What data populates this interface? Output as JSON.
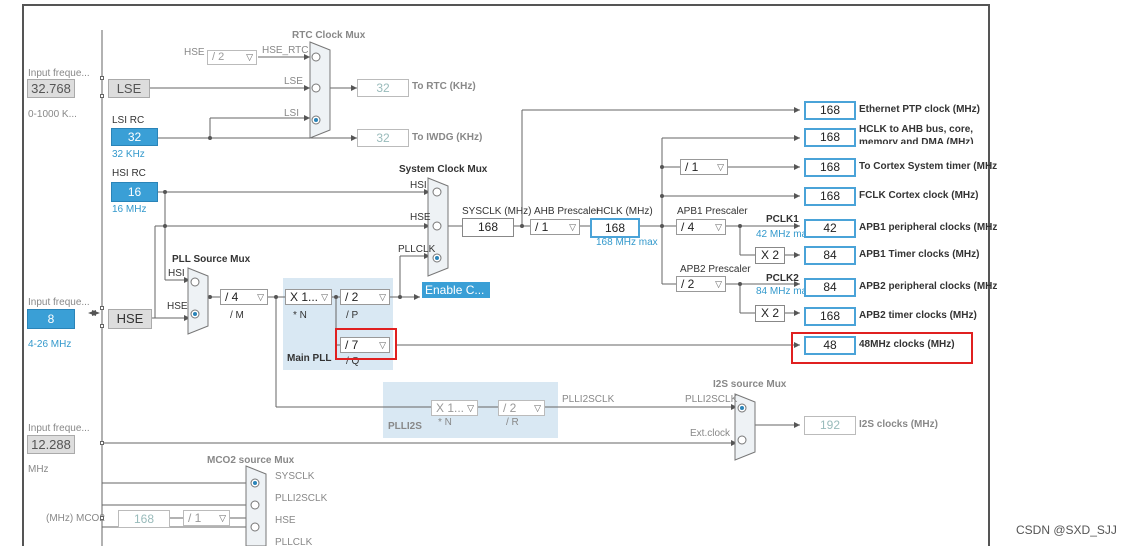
{
  "rtc_mux": {
    "title": "RTC Clock Mux",
    "hse_label": "HSE",
    "hse_div": "/ 2",
    "hse_rtc": "HSE_RTC",
    "lse": "LSE",
    "lsi": "LSI",
    "rtc_val": "32",
    "rtc_label": "To RTC (KHz)",
    "iwdg_val": "32",
    "iwdg_label": "To IWDG (KHz)"
  },
  "lse": {
    "input_label": "Input freque...",
    "value": "32.768",
    "range": "0-1000 K...",
    "name": "LSE"
  },
  "lsi": {
    "title": "LSI RC",
    "value": "32",
    "unit": "32 KHz"
  },
  "hsi": {
    "title": "HSI RC",
    "value": "16",
    "unit": "16 MHz"
  },
  "hse": {
    "input_label": "Input freque...",
    "value": "8",
    "range": "4-26 MHz",
    "name": "HSE"
  },
  "pll_src": {
    "title": "PLL Source Mux",
    "hsi": "HSI",
    "hse": "HSE"
  },
  "pll": {
    "div_m": "/ 4",
    "m_label": "/ M",
    "mul_n": "X 1...",
    "n_label": "* N",
    "div_p": "/ 2",
    "p_label": "/ P",
    "div_q": "/ 7",
    "q_label": "/ Q",
    "title": "Main PLL"
  },
  "sys_mux": {
    "title": "System Clock Mux",
    "hsi": "HSI",
    "hse": "HSE",
    "pllclk": "PLLCLK",
    "enable": "Enable C..."
  },
  "sysclk": {
    "label": "SYSCLK (MHz)",
    "value": "168"
  },
  "ahb": {
    "label": "AHB Prescaler",
    "value": "/ 1"
  },
  "hclk": {
    "label": "HCLK (MHz)",
    "value": "168",
    "max": "168 MHz max"
  },
  "apb1": {
    "label": "APB1 Prescaler",
    "value": "/ 4",
    "pclk": "PCLK1",
    "max": "42 MHz max",
    "x2": "X 2"
  },
  "apb2": {
    "label": "APB2 Prescaler",
    "value": "/ 2",
    "pclk": "PCLK2",
    "max": "84 MHz max",
    "x2": "X 2"
  },
  "cortex_div": "/ 1",
  "outputs": [
    {
      "value": "168",
      "label": "Ethernet PTP clock (MHz)"
    },
    {
      "value": "168",
      "label": "HCLK to AHB bus, core,"
    },
    {
      "value": "168",
      "label": "To Cortex System timer (MHz)"
    },
    {
      "value": "168",
      "label": "FCLK Cortex clock (MHz)"
    },
    {
      "value": "42",
      "label": "APB1 peripheral clocks (MHz)"
    },
    {
      "value": "84",
      "label": "APB1 Timer clocks (MHz)"
    },
    {
      "value": "84",
      "label": "APB2 peripheral clocks (MHz)"
    },
    {
      "value": "168",
      "label": "APB2 timer clocks (MHz)"
    },
    {
      "value": "48",
      "label": "48MHz clocks (MHz)"
    }
  ],
  "hclk_label_2": "memory and DMA (MHz)",
  "plli2s": {
    "mul_n": "X 1...",
    "n_label": "* N",
    "div_r": "/ 2",
    "r_label": "/ R",
    "title": "PLLI2S",
    "out": "PLLI2SCLK"
  },
  "i2s_mux": {
    "title": "I2S source Mux",
    "plli2sclk": "PLLI2SCLK",
    "ext": "Ext.clock",
    "value": "192",
    "label": "I2S clocks (MHz)"
  },
  "ext_input": {
    "input_label": "Input freque...",
    "value": "12.288",
    "unit": "MHz"
  },
  "mco2": {
    "title": "MCO2 source Mux",
    "sysclk": "SYSCLK",
    "plli2sclk": "PLLI2SCLK",
    "hse": "HSE",
    "pllclk": "PLLCLK",
    "label": "(MHz) MCO2",
    "value": "168",
    "div": "/ 1"
  },
  "watermark": "CSDN @SXD_SJJ"
}
